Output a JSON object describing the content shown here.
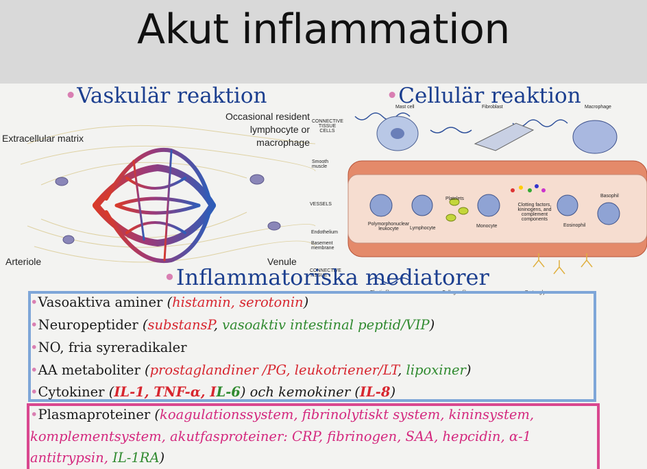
{
  "title": "Akut inflammation",
  "sections": {
    "vascular": "Vaskulär reaktion",
    "cellular": "Cellulär reaktion",
    "mediators": "Inflammatoriska mediatorer"
  },
  "bullet": "•",
  "vascular_labels": {
    "extracellular": "Extracellular matrix",
    "resident": "Occasional resident lymphocyte or macrophage",
    "arteriole": "Arteriole",
    "venule": "Venule"
  },
  "cellular_labels": {
    "mast_cell": "Mast cell",
    "fibroblast": "Fibroblast",
    "macrophage": "Macrophage",
    "connective_tissue_cells": "CONNECTIVE TISSUE CELLS",
    "smooth_muscle": "Smooth muscle",
    "vessels": "VESSELS",
    "platelets": "Platelets",
    "clotting": "Clotting factors, kininogens, and complement components",
    "basophil": "Basophil",
    "pmn": "Polymorphonuclear leukocyte",
    "lymphocyte": "Lymphocyte",
    "monocyte": "Monocyte",
    "eosinophil": "Eosinophil",
    "endothelium": "Endothelium",
    "basement_membrane": "Basement membrane",
    "connective_tissue": "CONNECTIVE TISSUE",
    "elastic_fibers": "Elastic fibers",
    "collagen_fibers": "Collagen fibers",
    "proteoglycans": "Proteoglycans"
  },
  "mediators": {
    "vasoaktiva": {
      "label": "Vasoaktiva aminer ",
      "open": "(",
      "examples": "histamin, serotonin",
      "close": ")"
    },
    "neuropeptider": {
      "label": "Neuropeptider ",
      "open": "(",
      "ex1": "substansP",
      "sep": ", ",
      "ex2": "vasoaktiv intestinal peptid/VIP",
      "close": ")"
    },
    "no": {
      "label": "NO, fria syreradikaler"
    },
    "aa": {
      "label": "AA metaboliter ",
      "open": "(",
      "ex1": "prostaglandiner /PG, leukotriener/LT",
      "sep": ", ",
      "ex2": "lipoxiner",
      "close": ")"
    },
    "cytokiner": {
      "label": "Cytokiner ",
      "open": "(",
      "il1": "IL-1, TNF-α, ",
      "il6a": "I",
      "il6b": "L-6",
      "mid": ") och kemokiner (",
      "il8": "IL-8",
      "close": ")"
    },
    "plasma": {
      "label": "Plasmaproteiner ",
      "open": "(",
      "line1": "koagulationssystem, fibrinolytiskt system, kininsystem,",
      "line2": "komplementsystem, akutfasproteiner: CRP,  fibrinogen, SAA, hepcidin, α-1",
      "line3": "antitrypsin, ",
      "il1ra": "IL-1RA",
      "close": ")"
    }
  },
  "colors": {
    "header_bg": "#d9d9d9",
    "section_blue": "#1c3f8f",
    "bullet_pink": "#d97fb2",
    "red": "#d7262f",
    "green": "#2f8a2f",
    "pink": "#d4287e",
    "box_blue": "#7ea6d8",
    "box_pink": "#d9478f"
  }
}
